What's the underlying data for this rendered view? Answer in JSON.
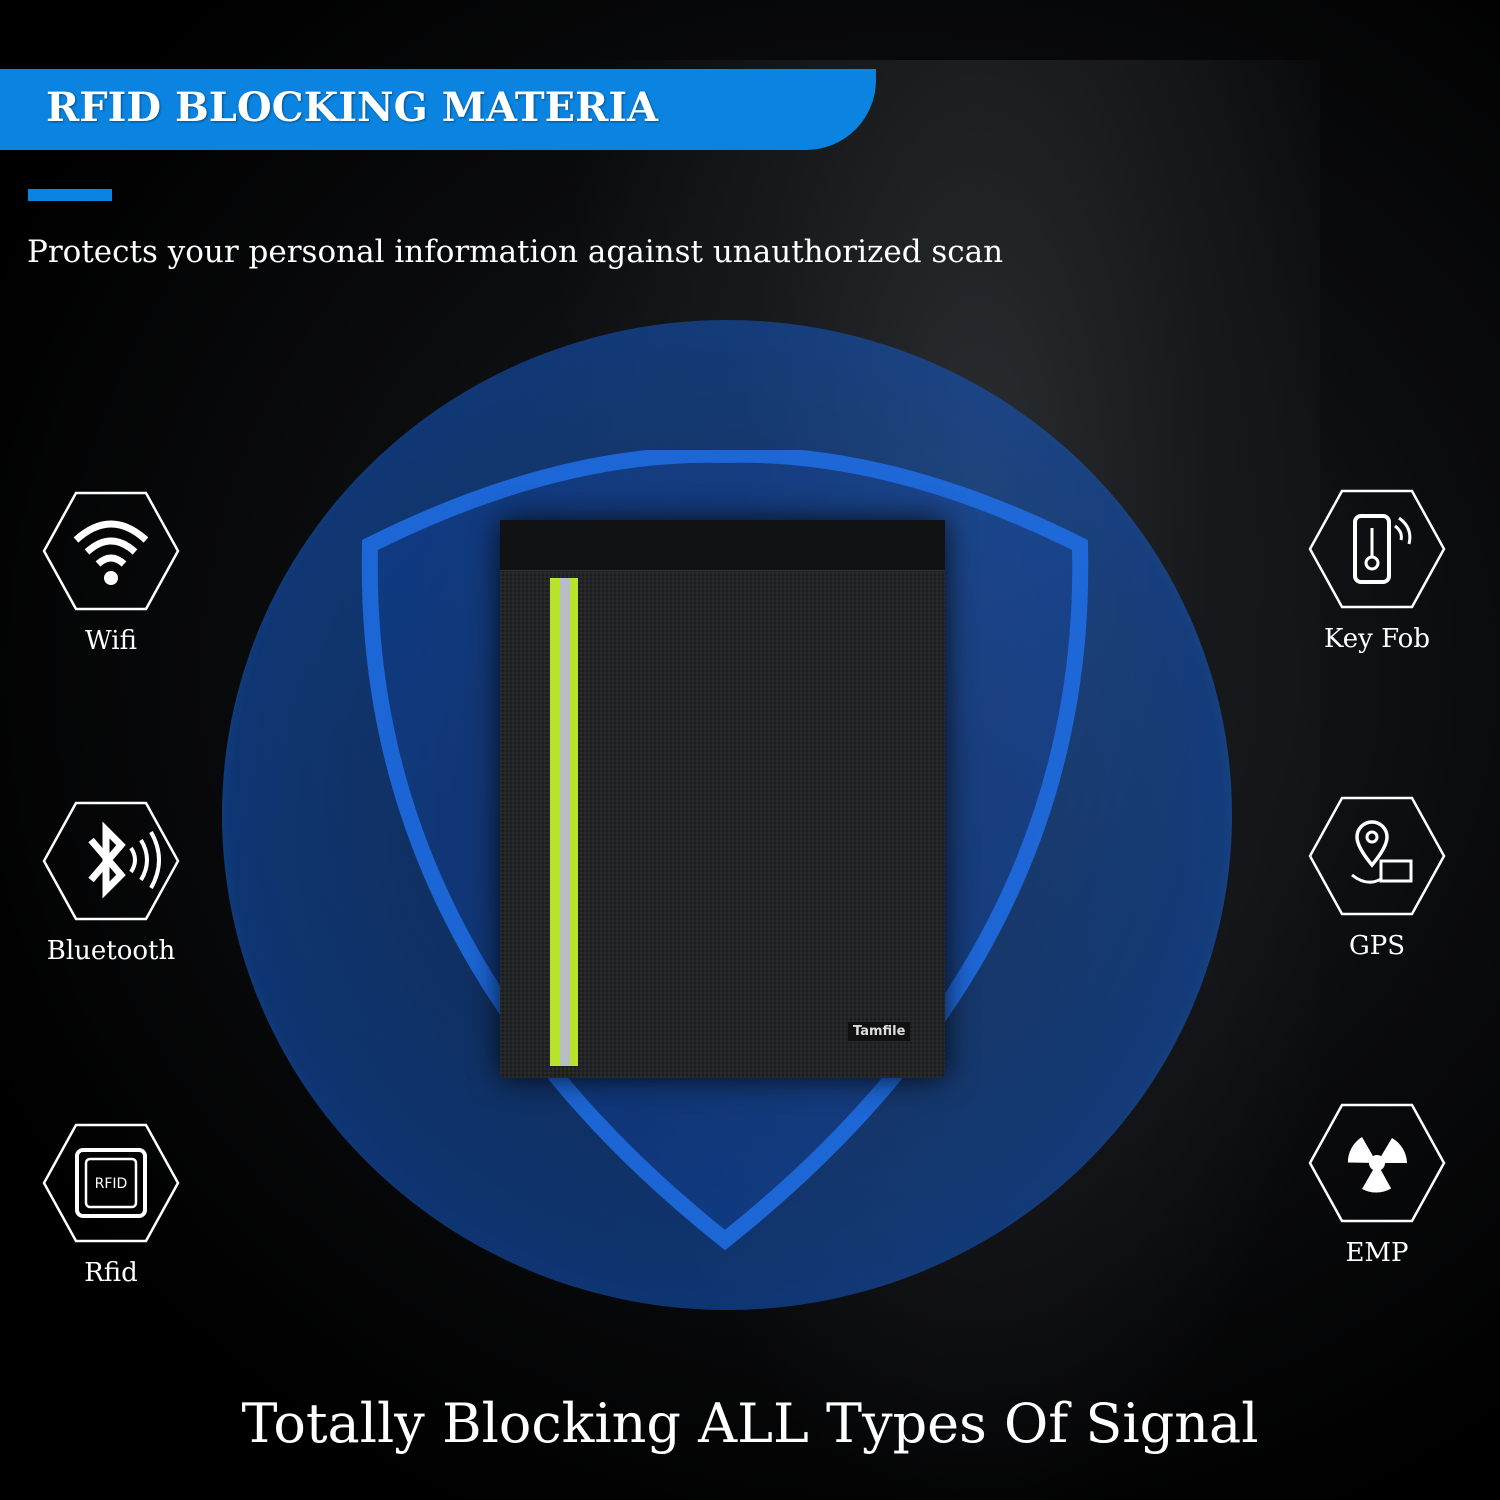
{
  "banner": {
    "title": "RFID BLOCKING MATERIA",
    "color": "#0a84e0"
  },
  "subtitle": "Protects your personal information against unauthorized scan",
  "product": {
    "brand": "Tamfile"
  },
  "features_left": [
    {
      "label": "Wifi",
      "icon": "wifi-icon"
    },
    {
      "label": "Bluetooth",
      "icon": "bluetooth-icon"
    },
    {
      "label": "Rfid",
      "icon": "rfid-icon",
      "icon_text": "RFID"
    }
  ],
  "features_right": [
    {
      "label": "Key Fob",
      "icon": "key-fob-icon"
    },
    {
      "label": "GPS",
      "icon": "gps-icon"
    },
    {
      "label": "EMP",
      "icon": "radiation-icon"
    }
  ],
  "tagline": "Totally Blocking ALL Types Of Signal"
}
